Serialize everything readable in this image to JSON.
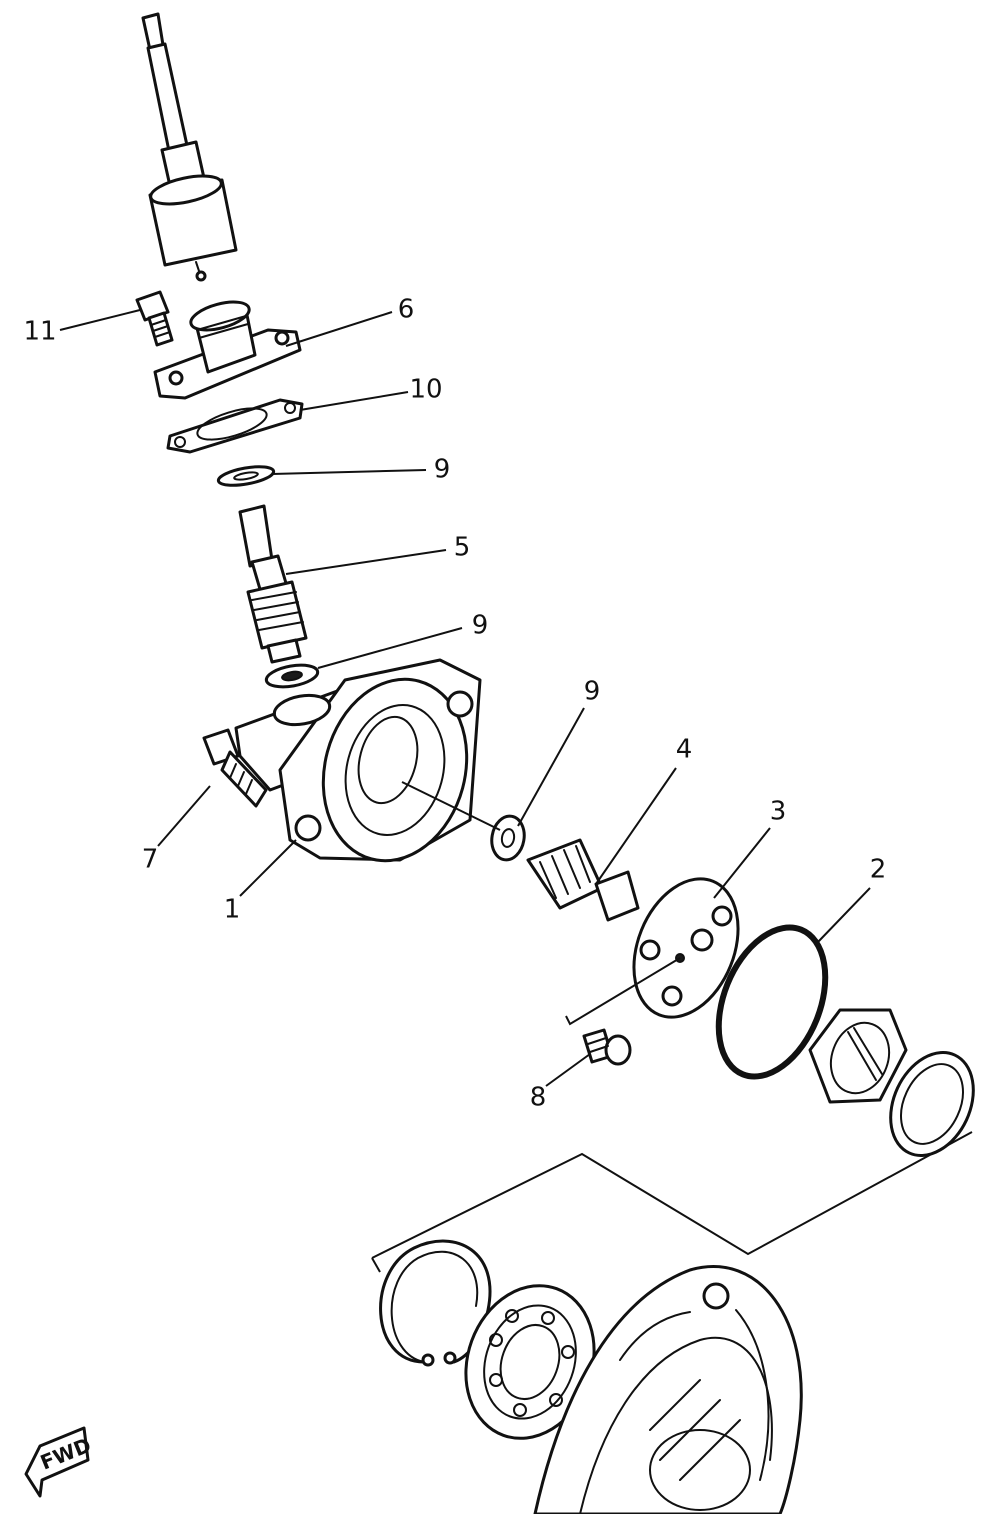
{
  "callouts": {
    "c1": "1",
    "c2": "2",
    "c3": "3",
    "c4": "4",
    "c5": "5",
    "c6": "6",
    "c7": "7",
    "c8": "8",
    "c9a": "9",
    "c9b": "9",
    "c9c": "9",
    "c10": "10",
    "c11": "11"
  },
  "fwd_label": "FWD"
}
